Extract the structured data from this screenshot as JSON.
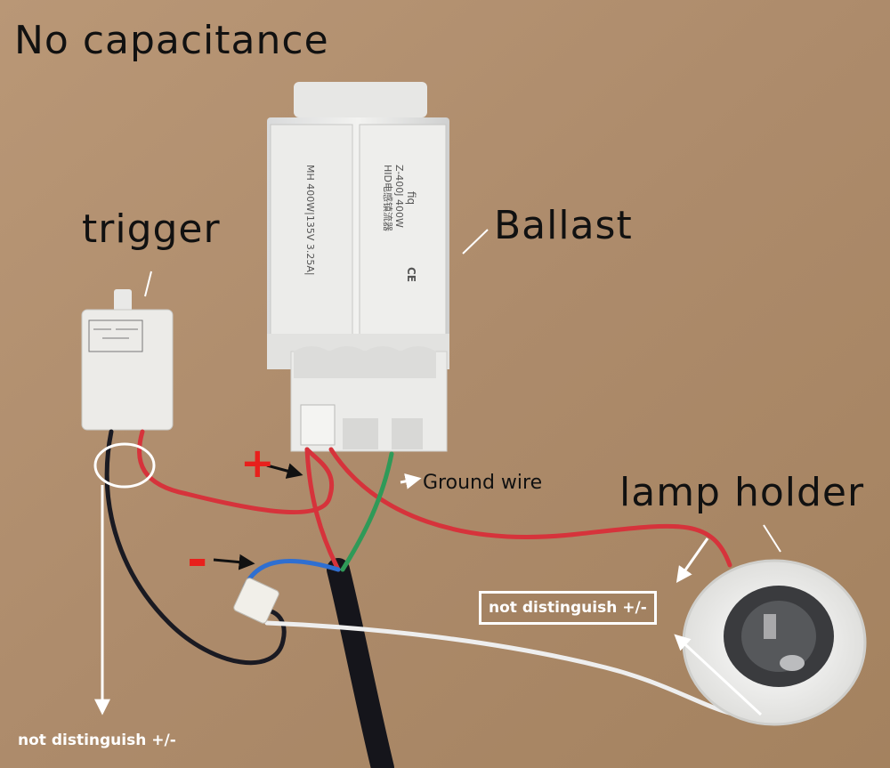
{
  "labels": {
    "title": "No capacitance",
    "trigger": "trigger",
    "ballast": "Ballast",
    "ground_wire": "Ground wire",
    "lamp_holder": "lamp holder",
    "not_distinguish_bottom": "not distinguish +/-",
    "not_distinguish_box": "not distinguish +/-",
    "plus": "+",
    "minus": "-"
  },
  "ballast_print": {
    "line1": "MH 400W|135V 3.25A|",
    "line2": "HID电感镇流器",
    "line3": "Z-400J 400W",
    "brand": "fiq",
    "ce": "CE"
  },
  "colors": {
    "background": "#b28f6f",
    "wire_red": "#d6333b",
    "wire_green": "#2f9a58",
    "wire_blue": "#2f6fd1",
    "wire_black": "#1a1a22",
    "wire_white": "#eeeeee",
    "annotation": "#ffffff",
    "sign_red": "#e8201c"
  }
}
